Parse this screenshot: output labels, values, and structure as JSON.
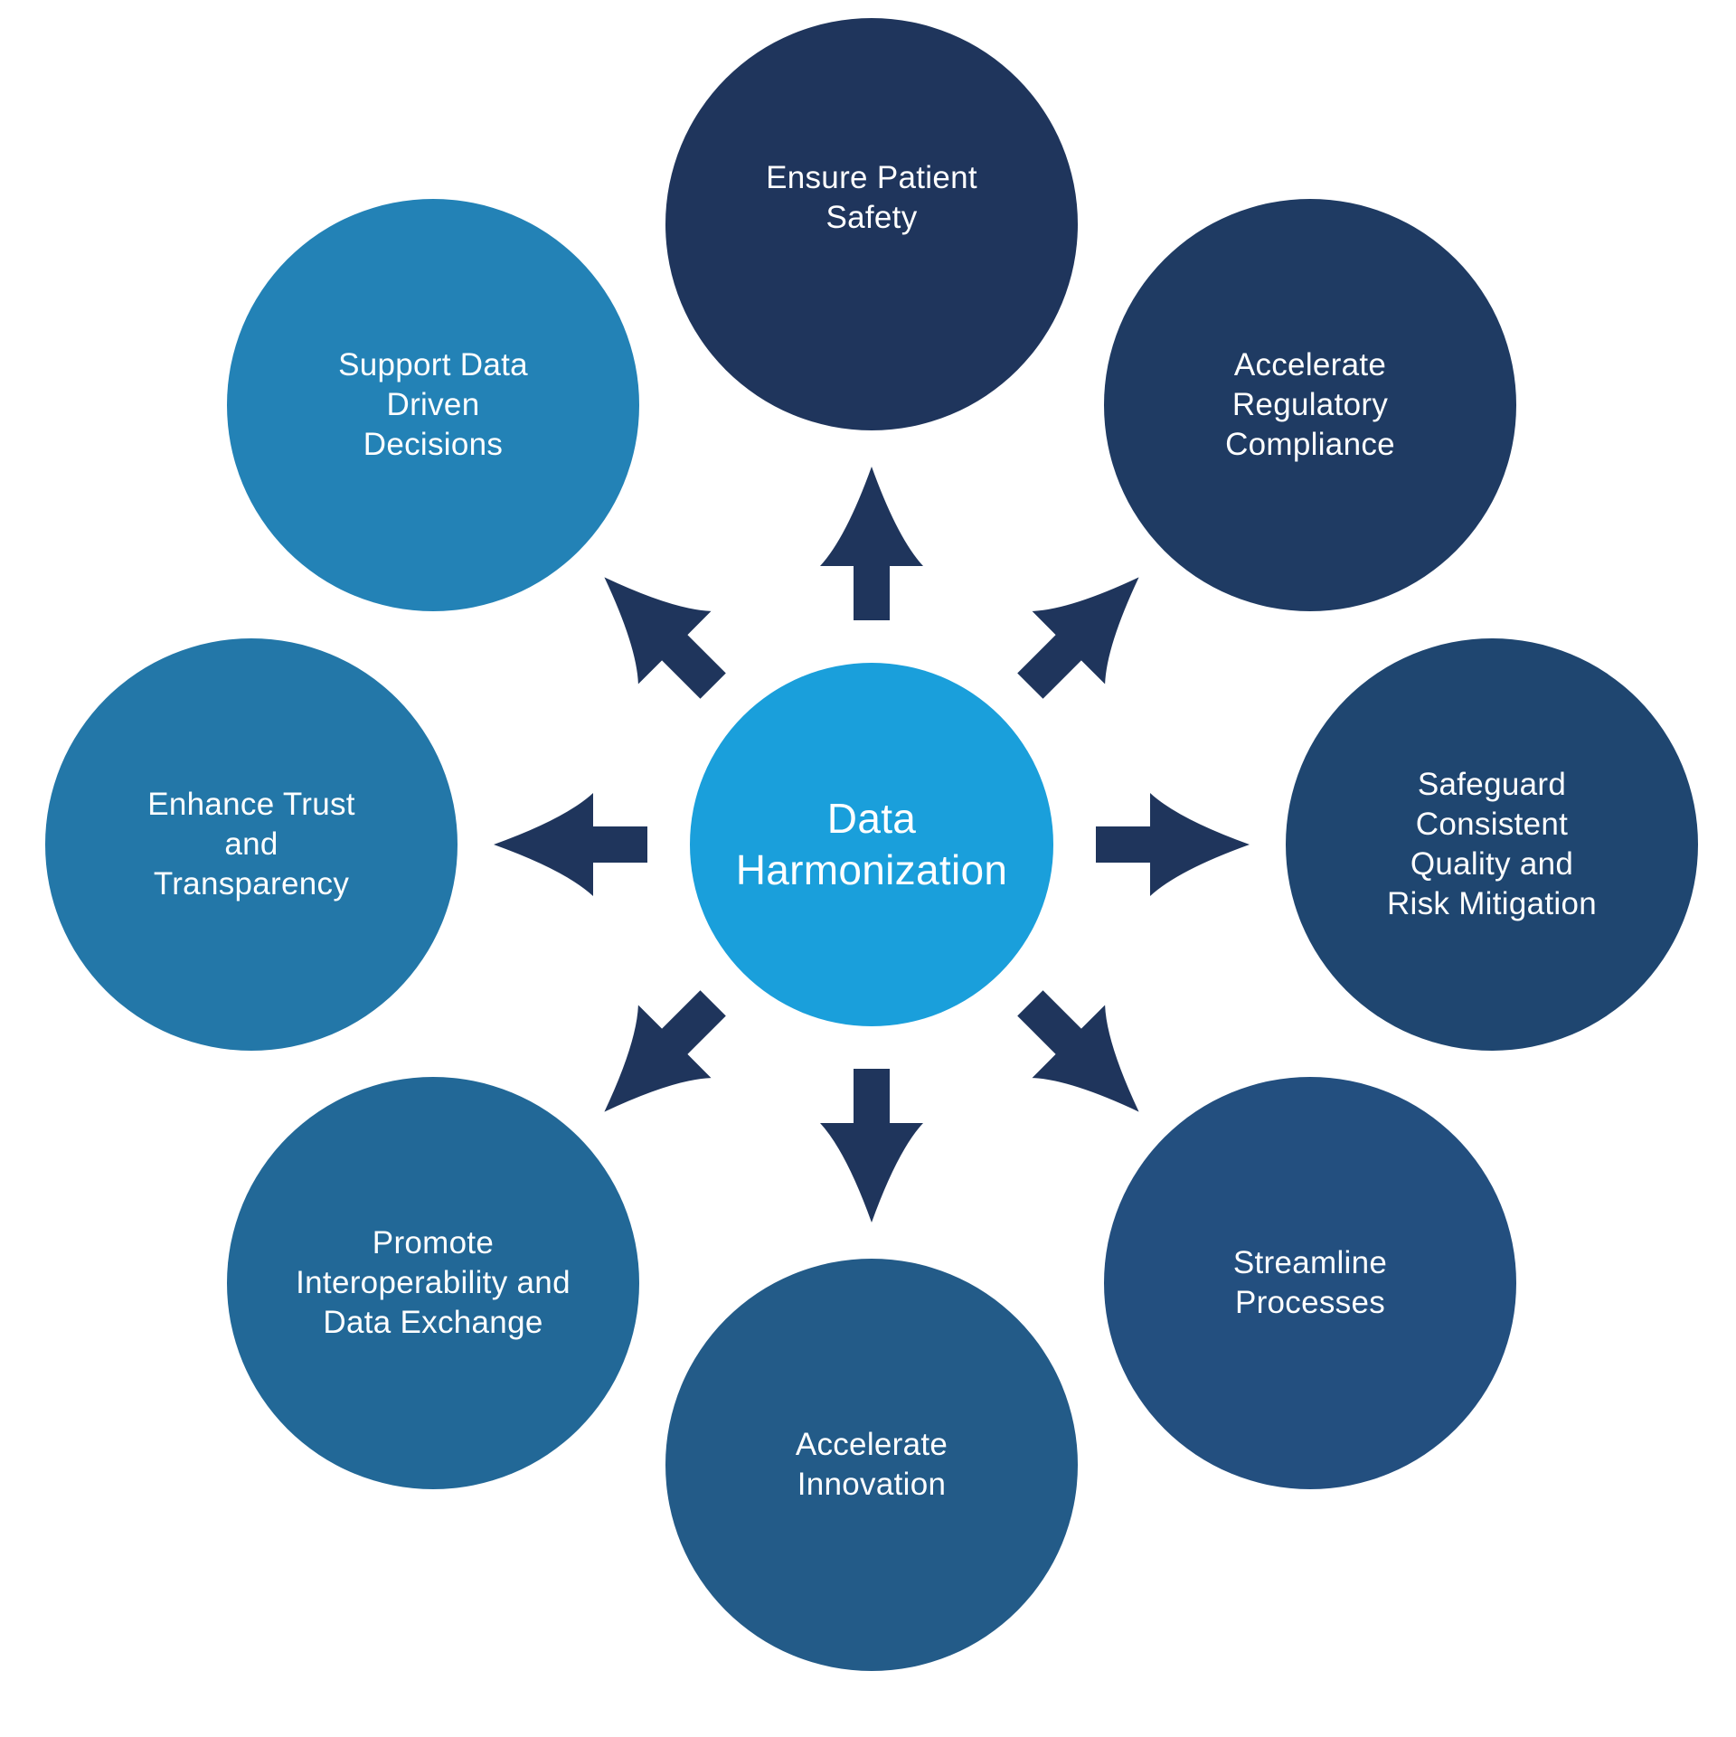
{
  "diagram": {
    "center": {
      "label": "Data\nHarmonization",
      "color": "#1a9fdb"
    },
    "nodes": [
      {
        "id": "ensure-patient-safety",
        "label": "Ensure Patient\nSafety",
        "color": "#1f355c"
      },
      {
        "id": "accelerate-regulatory-compliance",
        "label": "Accelerate\nRegulatory\nCompliance",
        "color": "#1f3b63"
      },
      {
        "id": "safeguard-consistent-quality",
        "label": "Safeguard\nConsistent\nQuality and\nRisk Mitigation",
        "color": "#1f4670"
      },
      {
        "id": "streamline-processes",
        "label": "Streamline\nProcesses",
        "color": "#234f7f"
      },
      {
        "id": "accelerate-innovation",
        "label": "Accelerate\nInnovation",
        "color": "#235b88"
      },
      {
        "id": "promote-interoperability",
        "label": "Promote\nInteroperability and\nData Exchange",
        "color": "#226897"
      },
      {
        "id": "enhance-trust",
        "label": "Enhance Trust\nand\nTransparency",
        "color": "#2377a8"
      },
      {
        "id": "support-data-driven-decisions",
        "label": "Support Data\nDriven\nDecisions",
        "color": "#2382b6"
      }
    ],
    "arrow_color": "#1f355c"
  }
}
